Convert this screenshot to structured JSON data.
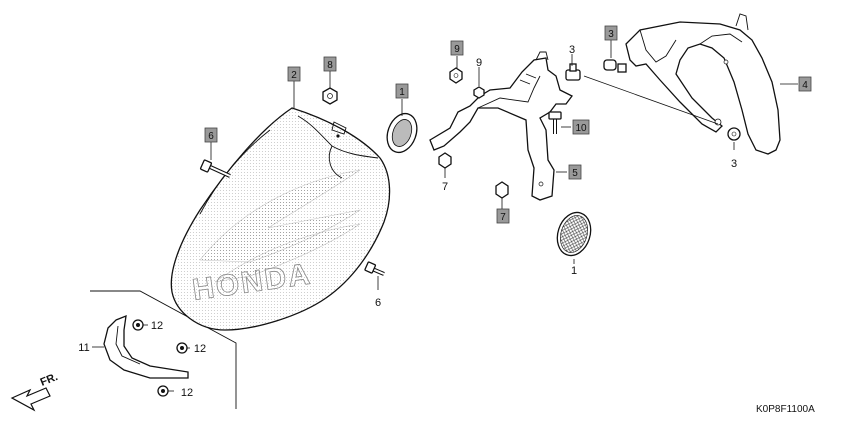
{
  "diagram": {
    "code": "K0P8F1100A",
    "fr_label": "FR.",
    "watermark": "HONDA",
    "callouts": [
      {
        "id": "c1",
        "label": "1",
        "boxed": true
      },
      {
        "id": "c2",
        "label": "1",
        "boxed": false
      },
      {
        "id": "c3",
        "label": "2",
        "boxed": true
      },
      {
        "id": "c4",
        "label": "3",
        "boxed": false
      },
      {
        "id": "c5",
        "label": "3",
        "boxed": true
      },
      {
        "id": "c6",
        "label": "3",
        "boxed": false
      },
      {
        "id": "c7",
        "label": "4",
        "boxed": true
      },
      {
        "id": "c8",
        "label": "5",
        "boxed": true
      },
      {
        "id": "c9",
        "label": "6",
        "boxed": true
      },
      {
        "id": "c10",
        "label": "6",
        "boxed": false
      },
      {
        "id": "c11",
        "label": "7",
        "boxed": false
      },
      {
        "id": "c12",
        "label": "7",
        "boxed": true
      },
      {
        "id": "c13",
        "label": "8",
        "boxed": true
      },
      {
        "id": "c14",
        "label": "9",
        "boxed": true
      },
      {
        "id": "c15",
        "label": "9",
        "boxed": false
      },
      {
        "id": "c16",
        "label": "10",
        "boxed": true
      },
      {
        "id": "c17",
        "label": "11",
        "boxed": false
      },
      {
        "id": "c18",
        "label": "12",
        "boxed": false
      },
      {
        "id": "c19",
        "label": "12",
        "boxed": false
      },
      {
        "id": "c20",
        "label": "12",
        "boxed": false
      }
    ]
  }
}
